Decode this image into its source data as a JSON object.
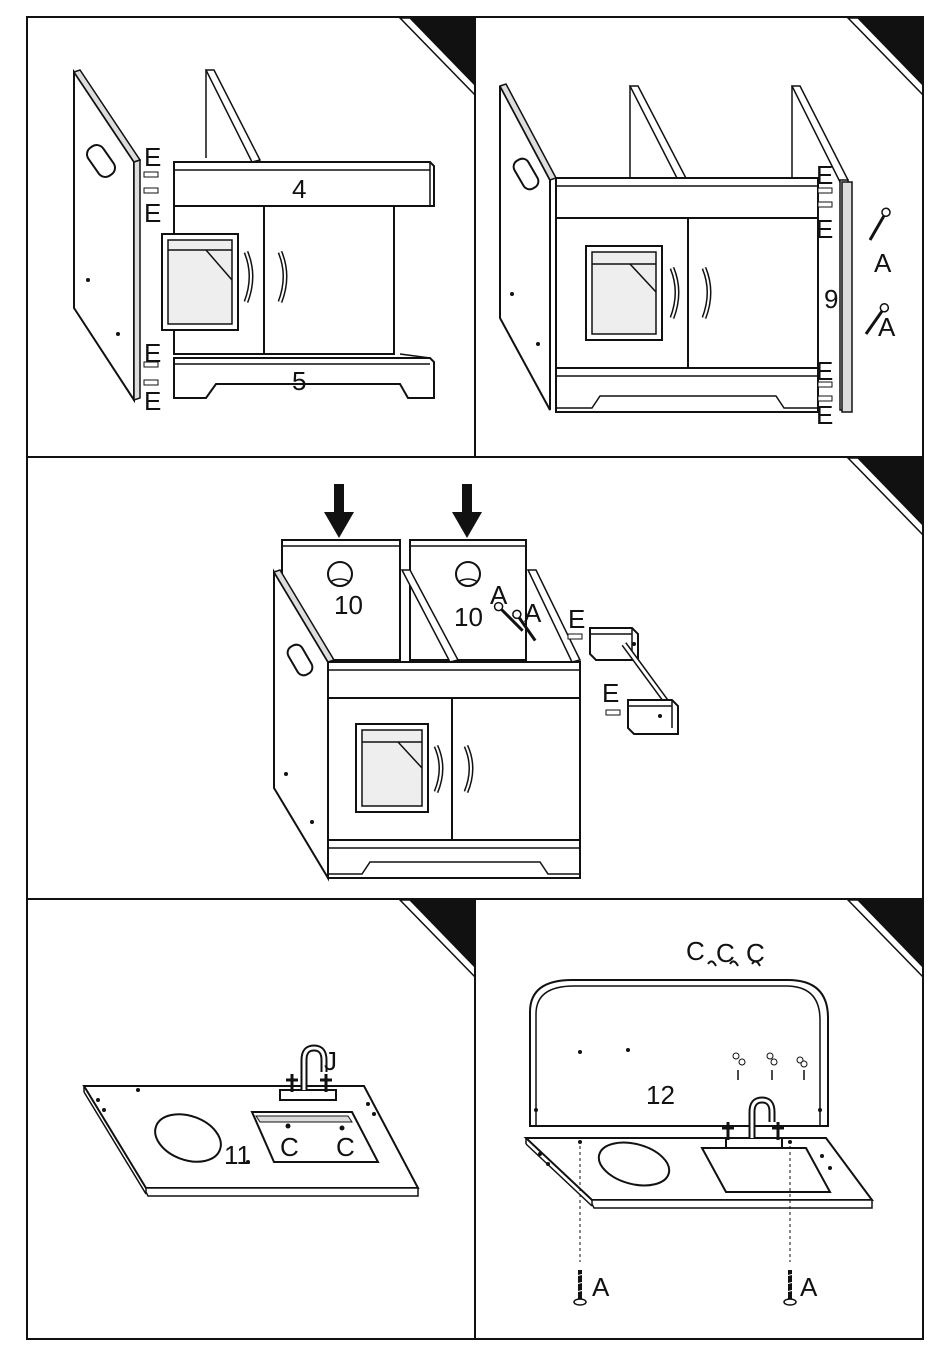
{
  "panels": [
    {
      "id": "panel-1",
      "part_labels": {
        "top_part": "4",
        "bottom_part": "5"
      },
      "hardware_labels": [
        "E",
        "E",
        "E",
        "E"
      ]
    },
    {
      "id": "panel-2",
      "part_labels": {
        "side_part": "9"
      },
      "hardware_labels": [
        "E",
        "E",
        "E",
        "E",
        "A",
        "A"
      ]
    },
    {
      "id": "panel-3",
      "part_labels": {
        "divider_left": "10",
        "divider_right": "10"
      },
      "hardware_labels": [
        "A",
        "A",
        "E",
        "E"
      ]
    },
    {
      "id": "panel-4",
      "part_labels": {
        "countertop": "11",
        "faucet": "J"
      },
      "hardware_labels": [
        "C",
        "C"
      ]
    },
    {
      "id": "panel-5",
      "part_labels": {
        "backsplash": "12"
      },
      "hardware_labels": [
        "C",
        "C",
        "C",
        "A",
        "A"
      ]
    }
  ],
  "colors": {
    "line": "#111111",
    "fill": "#ffffff",
    "shade": "#e6e6e6",
    "corner": "#111111"
  }
}
